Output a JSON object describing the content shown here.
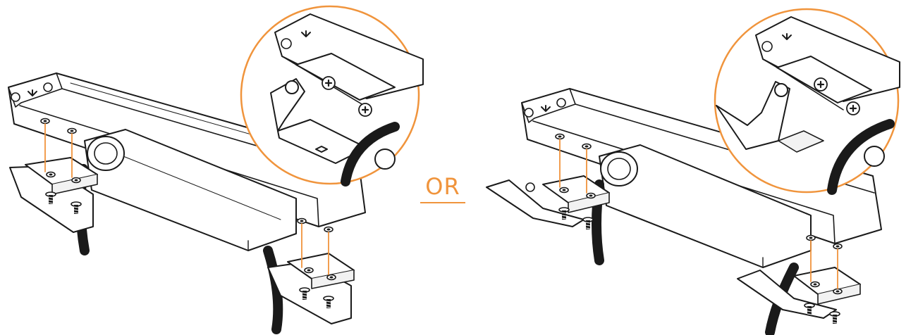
{
  "separator": {
    "label": "OR"
  },
  "colors": {
    "accent": "#F0943C",
    "line": "#1A1A1A",
    "fill": "#FFFFFF",
    "shade": "#F2F2F2"
  },
  "options": [
    {
      "mounting": "bracket-under-fixture",
      "cable": "routed-down"
    },
    {
      "mounting": "bracket-extended-outward",
      "cable": "routed-down"
    }
  ]
}
